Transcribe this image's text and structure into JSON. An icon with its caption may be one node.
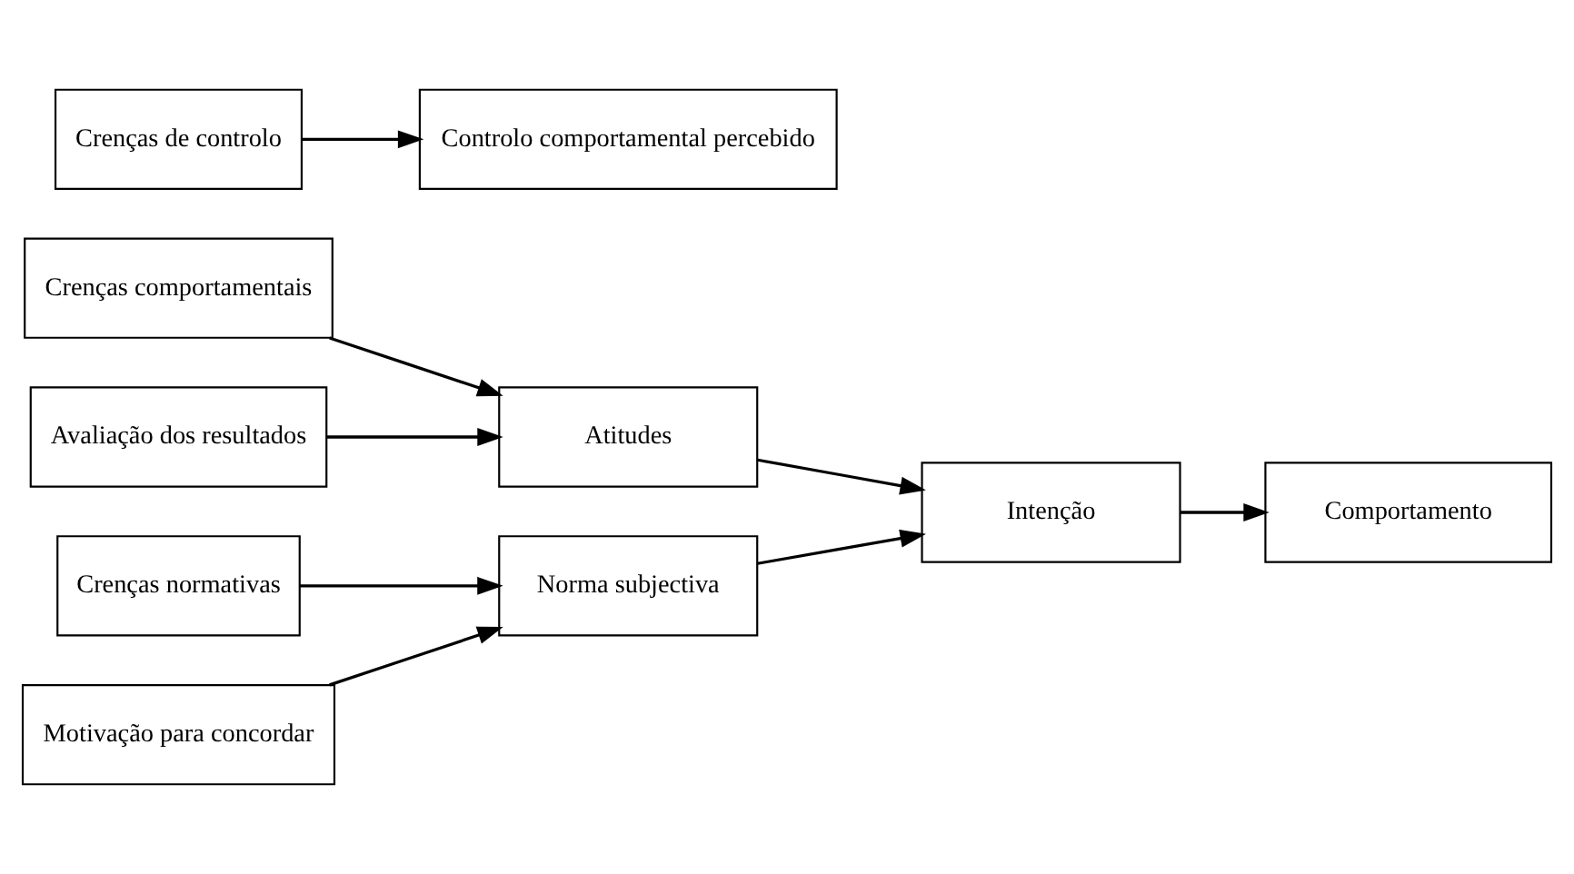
{
  "diagram": {
    "nodes": [
      {
        "text": [
          "Crenças comportamentais"
        ]
      },
      {
        "text": [
          "Avaliação dos resultados"
        ]
      },
      {
        "text": [
          "Crenças normativas"
        ]
      },
      {
        "text": [
          "Motivação para concordar"
        ]
      },
      {
        "text": [
          "Crenças de controlo"
        ]
      },
      {
        "text": [
          "Atitudes"
        ]
      },
      {
        "text": [
          "Norma subjectiva"
        ]
      },
      {
        "text": [
          "Controlo comportamental percebido"
        ]
      },
      {
        "text": [
          "Intenção"
        ]
      },
      {
        "text": [
          "Comportamento"
        ]
      }
    ],
    "edges": [
      {
        "from": 0,
        "to": 5,
        "arrow": "to"
      },
      {
        "from": 1,
        "to": 5,
        "arrow": "to"
      },
      {
        "from": 2,
        "to": 6,
        "arrow": "to"
      },
      {
        "from": 3,
        "to": 6,
        "arrow": "to"
      },
      {
        "from": 4,
        "to": 7,
        "arrow": "to"
      },
      {
        "from": 5,
        "to": 8,
        "arrow": "to"
      },
      {
        "from": 6,
        "to": 8,
        "arrow": "to"
      },
      {
        "from": 8,
        "to": 9,
        "arrow": "to"
      }
    ]
  }
}
